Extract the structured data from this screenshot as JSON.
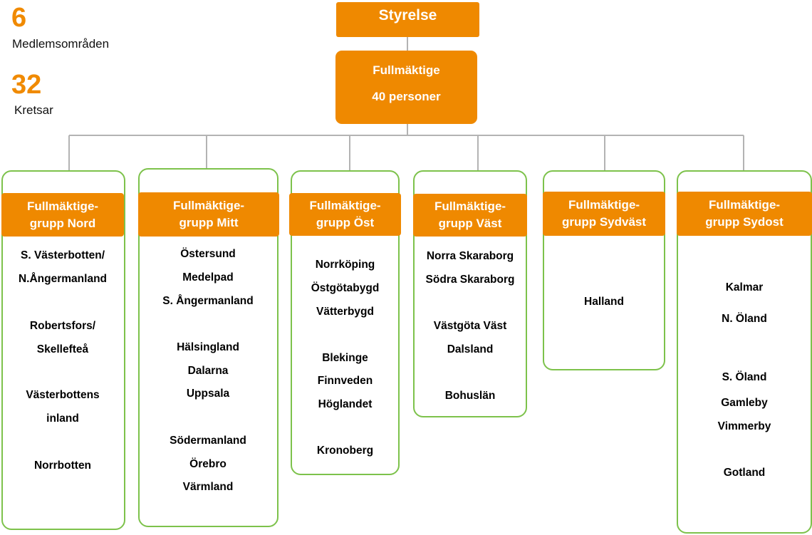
{
  "stats": {
    "areas_count": "6",
    "areas_label": "Medlemsområden",
    "circuits_count": "32",
    "circuits_label": "Kretsar"
  },
  "board": {
    "label": "Styrelse"
  },
  "council": {
    "label": "Fullmäktige",
    "sublabel": "40 personer"
  },
  "groups": [
    {
      "header_line1": "Fullmäktige-",
      "header_line2": "grupp Nord",
      "members": [
        "S. Västerbotten/",
        "N.Ångermanland",
        "Robertsfors/",
        "Skellefteå",
        "Västerbottens",
        "inland",
        "Norrbotten"
      ]
    },
    {
      "header_line1": "Fullmäktige-",
      "header_line2": "grupp Mitt",
      "members": [
        "Östersund",
        "Medelpad",
        "S. Ångermanland",
        "Hälsingland",
        "Dalarna",
        "Uppsala",
        "Södermanland",
        "Örebro",
        "Värmland"
      ]
    },
    {
      "header_line1": "Fullmäktige-",
      "header_line2": "grupp Öst",
      "members": [
        "Norrköping",
        "Östgötabygd",
        "Vätterbygd",
        "Blekinge",
        "Finnveden",
        "Höglandet",
        "Kronoberg"
      ]
    },
    {
      "header_line1": "Fullmäktige-",
      "header_line2": "grupp Väst",
      "members": [
        "Norra Skaraborg",
        "Södra Skaraborg",
        "Västgöta Väst",
        "Dalsland",
        "Bohuslän"
      ]
    },
    {
      "header_line1": "Fullmäktige-",
      "header_line2": "grupp Sydväst",
      "members": [
        "Halland"
      ]
    },
    {
      "header_line1": "Fullmäktige-",
      "header_line2": "grupp Sydost",
      "members": [
        "Kalmar",
        "N. Öland",
        "S. Öland",
        "Gamleby",
        "Vimmerby",
        "Gotland"
      ]
    }
  ],
  "colors": {
    "accent": "#ef8900",
    "stat": "#f08a00",
    "group_border": "#7dc24b",
    "connector": "#b3b3b3"
  }
}
